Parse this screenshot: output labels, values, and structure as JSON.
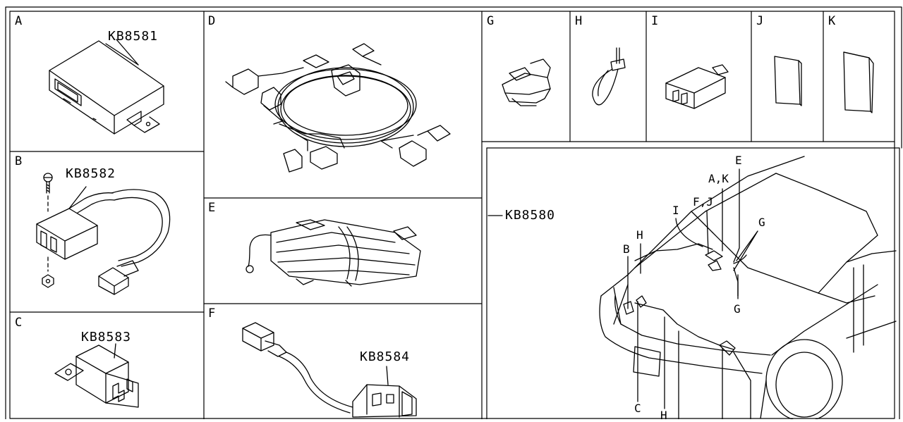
{
  "panels": {
    "A": {
      "letter": "A",
      "part_number": "KB8581"
    },
    "B": {
      "letter": "B",
      "part_number": "KB8582"
    },
    "C": {
      "letter": "C",
      "part_number": "KB8583"
    },
    "D": {
      "letter": "D"
    },
    "E": {
      "letter": "E"
    },
    "F": {
      "letter": "F",
      "part_number": "KB8584"
    },
    "G": {
      "letter": "G"
    },
    "H": {
      "letter": "H"
    },
    "I": {
      "letter": "I"
    },
    "J": {
      "letter": "J"
    },
    "K": {
      "letter": "K"
    }
  },
  "vehicle_view": {
    "part_number": "KB8580",
    "callouts": {
      "b": "B",
      "h_top": "H",
      "i": "I",
      "fj": "F,J",
      "ak": "A,K",
      "e": "E",
      "g_top": "G",
      "g_bottom": "G",
      "c": "C",
      "h_bottom": "H"
    }
  }
}
